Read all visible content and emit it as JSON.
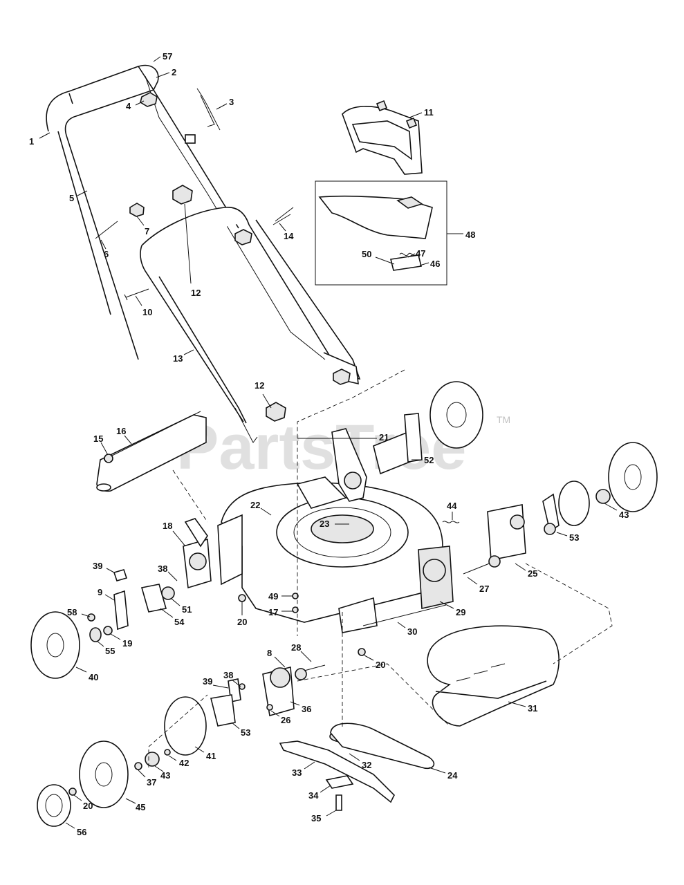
{
  "watermark": {
    "text": "PartsTree",
    "trademark": "TM"
  },
  "callouts": [
    "57",
    "2",
    "4",
    "3",
    "1",
    "11",
    "5",
    "7",
    "6",
    "14",
    "48",
    "50",
    "47",
    "46",
    "12",
    "10",
    "13",
    "12",
    "21",
    "16",
    "15",
    "52",
    "22",
    "43",
    "44",
    "23",
    "18",
    "53",
    "39",
    "38",
    "25",
    "9",
    "49",
    "51",
    "27",
    "58",
    "17",
    "54",
    "29",
    "20",
    "30",
    "19",
    "55",
    "40",
    "8",
    "28",
    "20",
    "38",
    "39",
    "36",
    "31",
    "26",
    "53",
    "41",
    "42",
    "32",
    "33",
    "24",
    "43",
    "37",
    "34",
    "20",
    "45",
    "35",
    "56"
  ]
}
